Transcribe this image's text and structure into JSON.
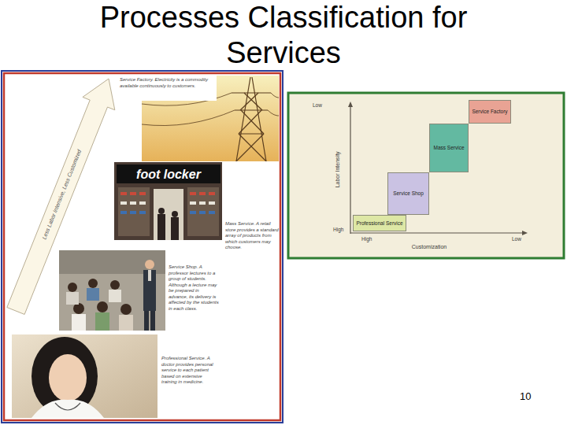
{
  "diagram": {
    "title": "Processes Classification for Services",
    "nodes": [
      {
        "text": [
          "Service Factory"
        ]
      },
      {
        "text": [
          "Mass Service"
        ]
      },
      {
        "text": [
          "Service Shop"
        ]
      },
      {
        "text": [
          "Professional Service"
        ]
      }
    ],
    "labels": [
      "Less Labor Intensive, Less Customized",
      "Service Factory. Electricity is a commodity available continuously to customers.",
      "foot locker",
      "Mass Service. A retail store provides a standard array of products from which customers may choose.",
      "Service Shop. A professor lectures to a group of students. Although a lecture may be prepared in advance, its delivery is affected by the students in each class.",
      "Professional Service. A doctor provides personal service to each patient based on extensive training in medicine.",
      "Low",
      "Labor Intensity",
      "High",
      "High",
      "Customization",
      "Low",
      "10"
    ]
  }
}
